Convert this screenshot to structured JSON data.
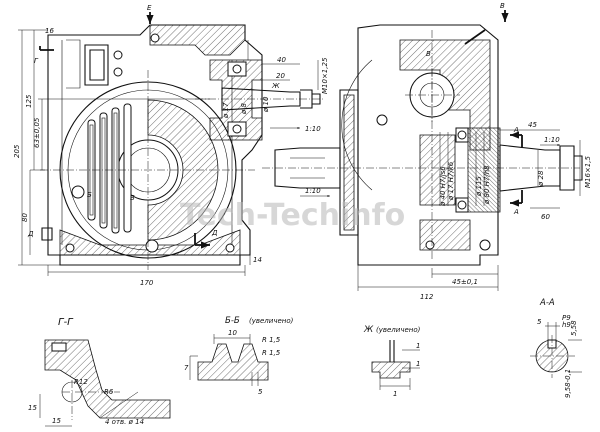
{
  "views": {
    "front": {
      "section_mark_top": "Е",
      "section_mark_side": "Г",
      "dim_width": "170",
      "dim_total_height": "205",
      "dim_upper": "125",
      "dim_axis": "63±0,05",
      "dim_lower": "80",
      "dim_top": "16",
      "dim_foot": "14",
      "dim_40": "40",
      "dim_20": "20",
      "thread": "М10×1,25",
      "taper": "1:10",
      "label_Zh": "Ж",
      "label_B1": "Б",
      "label_B2": "Б",
      "label_D": "Д",
      "label_D2": "Д",
      "dia_left": [
        {
          "id": "d1",
          "text": "ø 17"
        },
        {
          "id": "d2",
          "text": "ø 8"
        }
      ],
      "dia_shaft": "ø 10"
    },
    "side": {
      "view_mark": "В",
      "view_mark2": "В",
      "dim_width": "112",
      "dim_offset": "45±0,1",
      "dim_45": "45",
      "dim_60": "60",
      "thread": "М16×1,5",
      "taper_top": "1:10",
      "taper_left": "1:10",
      "section_A1": "А",
      "section_A2": "А",
      "dia_stack": [
        {
          "id": "s1",
          "text": "ø 40 H7/js6"
        },
        {
          "id": "s2",
          "text": "ø 17 H7/k6"
        },
        {
          "id": "s3",
          "text": "ø 115"
        },
        {
          "id": "s4",
          "text": "ø 80 H7/h8"
        },
        {
          "id": "s5",
          "text": "ø 28"
        }
      ]
    }
  },
  "details": {
    "gg": {
      "title": "Г-Г",
      "r12": "R12",
      "r6": "R6",
      "dim_15a": "15",
      "dim_15b": "15",
      "holes": "4 отв. ø 14"
    },
    "bb": {
      "title": "Б-Б",
      "note": "(увеличено)",
      "dim_10": "10",
      "r15a": "R 1,5",
      "r15b": "R 1,5",
      "dim_7": "7",
      "dim_5": "5"
    },
    "zh": {
      "title": "Ж",
      "note": "(увеличено)",
      "dim_1a": "1",
      "dim_1b": "1",
      "dim_1c": "1"
    },
    "aa": {
      "title": "А-А",
      "dim_5": "5",
      "p9": "P9",
      "h9": "h9",
      "dim_58": "5,58",
      "dim_958": "9,58-0,1"
    }
  },
  "watermark": "Tech-Techinfo"
}
